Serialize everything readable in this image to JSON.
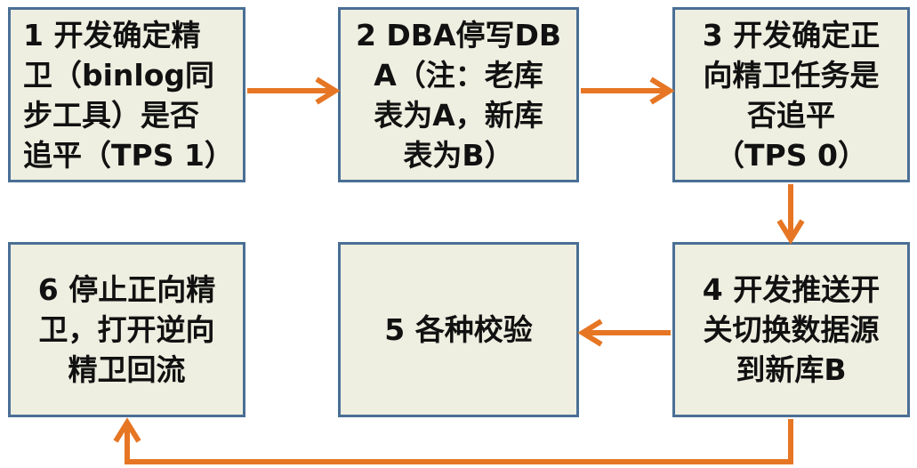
{
  "steps": [
    {
      "id": "1",
      "text": "1 开发确定精\n卫（binlog同\n步工具）是否\n追平（TPS 1）"
    },
    {
      "id": "2",
      "text": "2 DBA停写DB\nA（注：老库\n表为A，新库\n表为B）"
    },
    {
      "id": "3",
      "text": "3 开发确定正\n向精卫任务是\n否追平\n（TPS 0）"
    },
    {
      "id": "4",
      "text": "4 开发推送开\n关切换数据源\n到新库B"
    },
    {
      "id": "5",
      "text": "5 各种校验"
    },
    {
      "id": "6",
      "text": "6 停止正向精\n卫，打开逆向\n精卫回流"
    }
  ],
  "colors": {
    "box_fill": "#eeefe1",
    "box_border": "#4a6f95",
    "arrow": "#e67624"
  }
}
